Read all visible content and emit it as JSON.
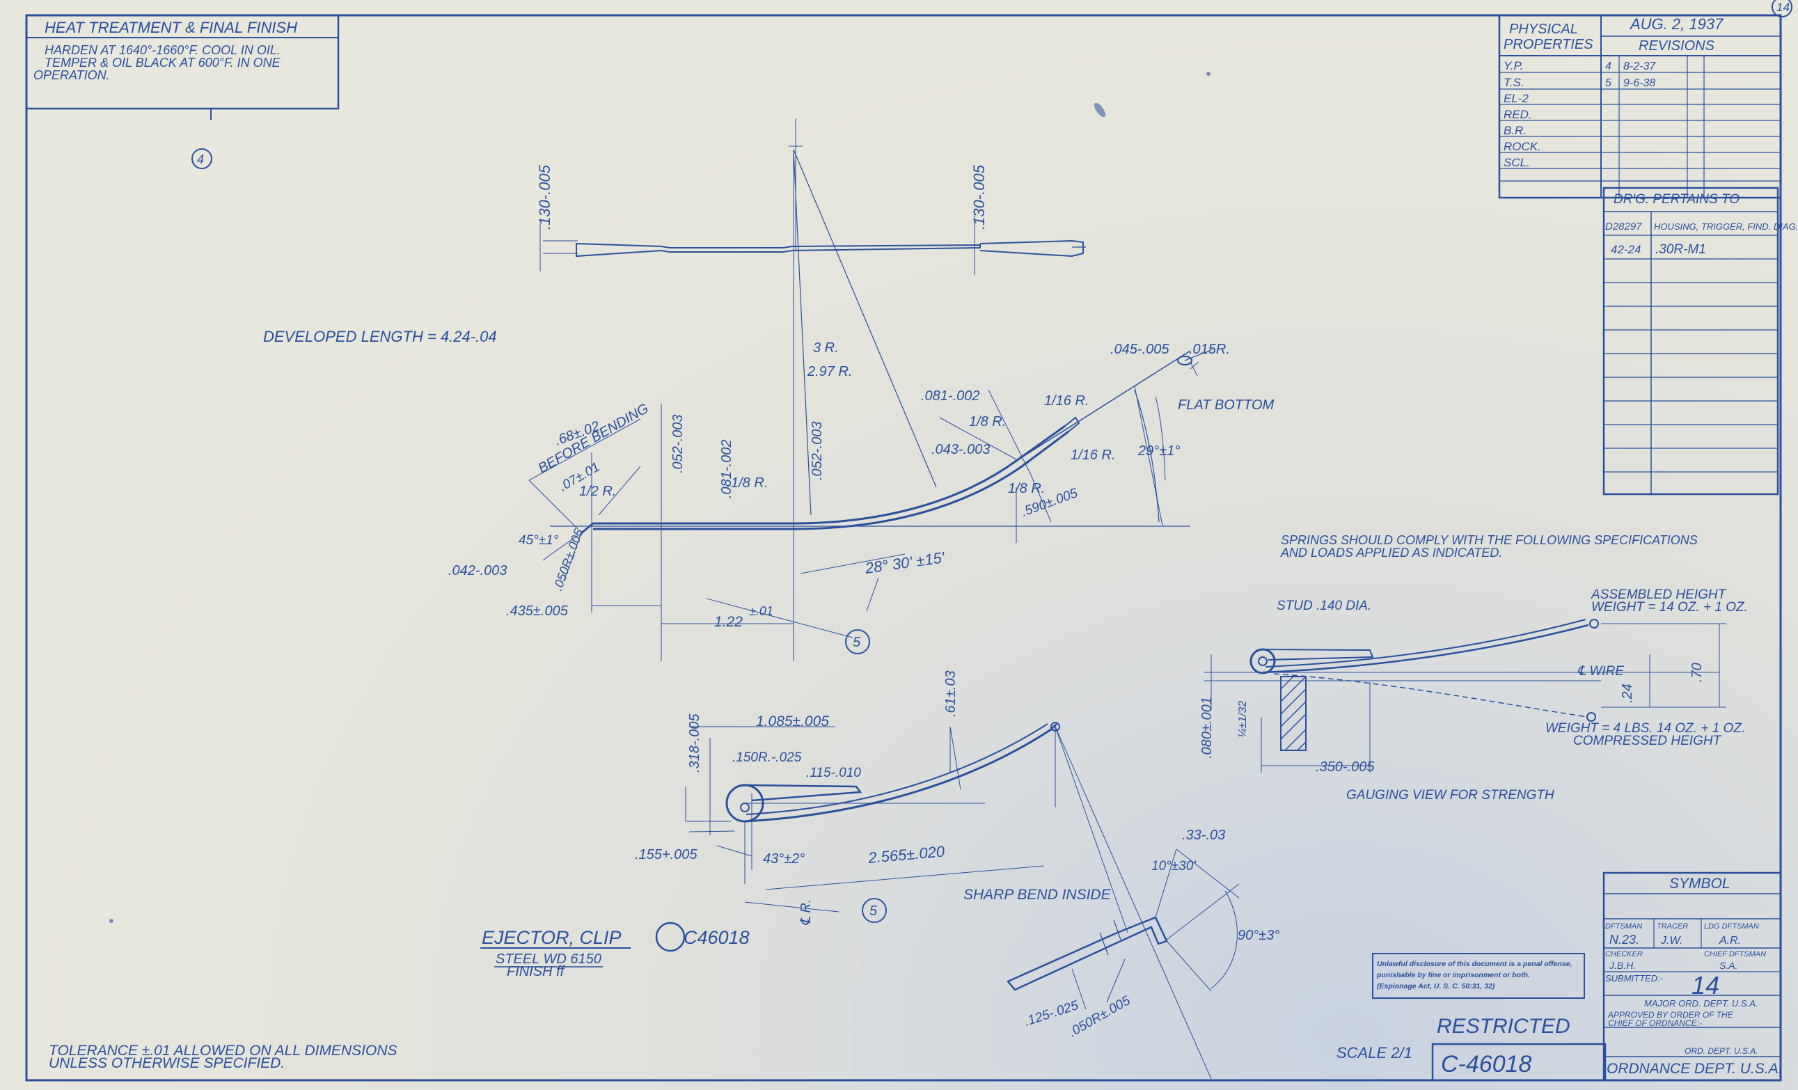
{
  "sheet_no": "14",
  "heat_treatment": {
    "title": "HEAT TREATMENT & FINAL FINISH",
    "line1": "HARDEN AT 1640°-1660°F. COOL IN OIL.",
    "line2": "TEMPER & OIL BLACK AT 600°F. IN ONE",
    "line3": "OPERATION."
  },
  "view_mark": "4",
  "physical_properties": {
    "header_line1": "PHYSICAL",
    "header_line2": "PROPERTIES",
    "rows": [
      "Y.P.",
      "T.S.",
      "EL-2",
      "RED.",
      "B.R.",
      "ROCK.",
      "SCL."
    ]
  },
  "date": "AUG. 2, 1937",
  "revisions": {
    "header": "REVISIONS",
    "rows": [
      {
        "no": "4",
        "date": "8-2-37"
      },
      {
        "no": "5",
        "date": "9-6-38"
      }
    ]
  },
  "pertains": {
    "header": "DR'G. PERTAINS TO",
    "rows": [
      {
        "dwg": "D28297",
        "desc": "HOUSING, TRIGGER, FIND. DIAG."
      },
      {
        "dwg": "42-24",
        "desc": ".30R-M1"
      }
    ]
  },
  "dims": {
    "thk_left": ".130-.005",
    "thk_right": ".130-.005",
    "developed_length": "DEVELOPED LENGTH = 4.24-.04",
    "r3": "3 R.",
    "r297": "2.97 R.",
    "d081": ".081-.002",
    "r116a": "1/16 R.",
    "r116b": "1/16 R.",
    "d045": ".045-.005",
    "r015": ".015R.",
    "flat_bottom": "FLAT BOTTOM",
    "angle29": "29°±1°",
    "d043": ".043-.003",
    "r18a": "1/8 R.",
    "r18b": "1/8 R.",
    "r18c": "1/8 R.",
    "r12": "1/2 R.",
    "d590": ".590±.005",
    "d68": ".68±.02",
    "before_bending": "BEFORE BENDING",
    "d07": ".07±.01",
    "d052a": ".052-.003",
    "d052b": ".052-.003",
    "d081b": ".081-.002",
    "angle45": "45°±1°",
    "d050r": ".050R±.005",
    "d042": ".042-.003",
    "d435": ".435±.005",
    "d122": "1.22",
    "d122tol": "±.01",
    "angle28": "28° 30' ±15'",
    "mark5a": "5",
    "mark5b": "5",
    "d1085": "1.085±.005",
    "d61": ".61±.03",
    "d318": ".318-.005",
    "r150": ".150R.-.025",
    "d115": ".115-.010",
    "d155": ".155+.005",
    "angle43": "43°±2°",
    "d2565": "2.565±.020",
    "cl": "℄ R.",
    "d33": ".33-.03",
    "angle10": "10°±30'",
    "sharp_bend": "SHARP BEND INSIDE",
    "angle90": "90°±3°",
    "d125": ".125-.025",
    "d050r2": ".050R±.005"
  },
  "spring_spec": {
    "line1": "SPRINGS SHOULD COMPLY WITH THE FOLLOWING SPECIFICATIONS",
    "line2": "AND LOADS APPLIED AS INDICATED.",
    "stud": "STUD .140 DIA.",
    "assembled1": "ASSEMBLED HEIGHT",
    "assembled2": "WEIGHT = 14 OZ. + 1 OZ.",
    "wire": "℄ WIRE",
    "h70": ".70",
    "h24": ".24",
    "compressed1": "WEIGHT = 4 LBS. 14 OZ. + 1 OZ.",
    "compressed2": "COMPRESSED HEIGHT",
    "d080": ".080±.001",
    "d350": ".350-.005",
    "d14": "¼±1/32",
    "gauging": "GAUGING VIEW FOR STRENGTH"
  },
  "title": {
    "name": "EJECTOR, CLIP",
    "number": "C46018",
    "material": "STEEL WD 6150",
    "finish": "FINISH ff"
  },
  "tolerance": {
    "line1": "TOLERANCE ±.01 ALLOWED ON ALL DIMENSIONS",
    "line2": "UNLESS OTHERWISE SPECIFIED."
  },
  "espionage": {
    "line1": "Unlawful disclosure of this document is a penal offense,",
    "line2": "punishable by fine or imprisonment or both.",
    "line3": "(Espionage Act, U. S. C. 50:31, 32)"
  },
  "restricted": "RESTRICTED",
  "scale": "SCALE 2/1",
  "drawing_number": "C-46018",
  "title_block": {
    "symbol": "SYMBOL",
    "draftsman": "DFTSMAN",
    "draftsman_val": "N.23.",
    "tracer": "TRACER",
    "tracer_val": "J.W.",
    "ldg_draftsman": "LDG DFTSMAN",
    "ldg_val": "A.R.",
    "checker": "CHECKER",
    "checker_val": "J.B.H.",
    "chief_draftsman": "CHIEF DFTSMAN",
    "chief_val": "S.A.",
    "submitted": "SUBMITTED:-",
    "major": "MAJOR ORD. DEPT. U.S.A.",
    "approved1": "APPROVED BY ORDER OF THE",
    "approved2": "CHIEF OF ORDNANCE:-",
    "ord_dept_small": "ORD. DEPT. U.S.A.",
    "ordnance": "ORDNANCE DEPT. U.S.A.",
    "red_mark": "14"
  },
  "colors": {
    "ink": "#2a4f9c",
    "paper": "#e6e5da",
    "red": "#d84a3a"
  }
}
